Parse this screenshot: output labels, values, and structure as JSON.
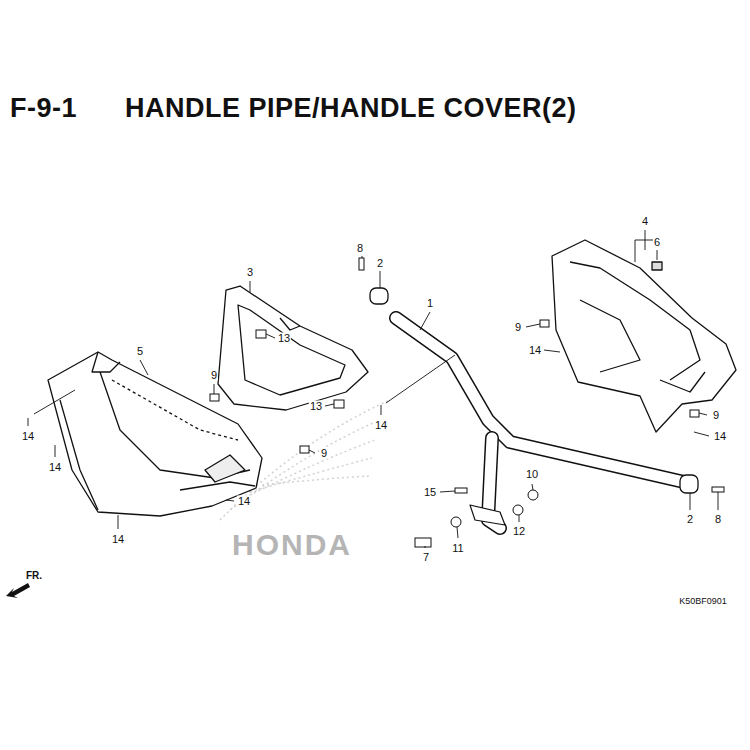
{
  "diagram": {
    "title": "HANDLE PIPE/HANDLE COVER(2)",
    "labels": [
      "F-9-1",
      "8",
      "2",
      "1",
      "3",
      "13",
      "4",
      "6",
      "9",
      "14",
      "5",
      "9",
      "14",
      "14",
      "13",
      "14",
      "9",
      "9",
      "14",
      "10",
      "15",
      "14",
      "14",
      "12",
      "2",
      "8",
      "7",
      "11",
      "FR.",
      "K50BF0901",
      "HONDA"
    ]
  }
}
